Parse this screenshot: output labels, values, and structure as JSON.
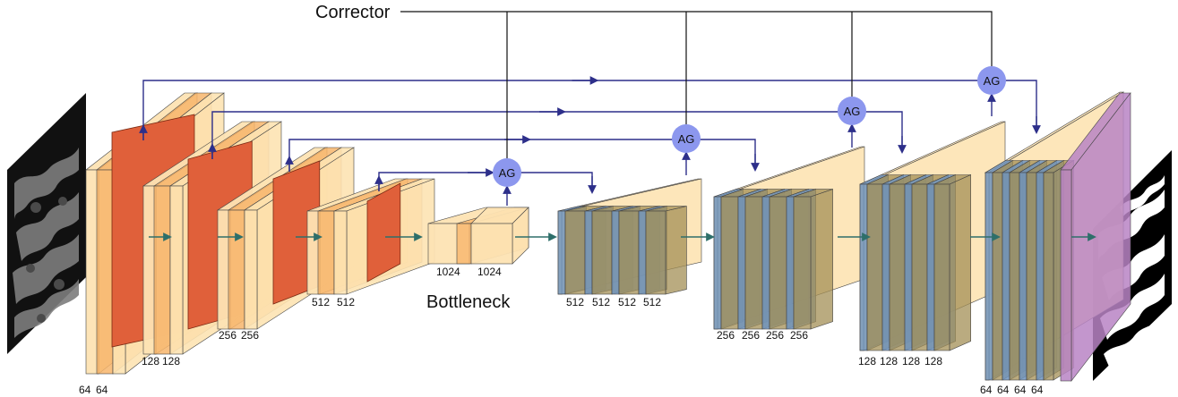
{
  "title": "",
  "corrector_label": "Corrector",
  "bottleneck_label": "Bottleneck",
  "attention_gate_label": "AG",
  "colors": {
    "encoder_light": "#fde3b3",
    "encoder_mid": "#f7b56b",
    "encoder_dark": "#e0603a",
    "decoder_blue": "#6f93bd",
    "decoder_olive": "#a38f55",
    "ag_fill": "#8c97ee",
    "skip_line": "#2d2f8a",
    "flow_arrow": "#2e6f6a",
    "output_purple": "#b884c4"
  },
  "encoder_stages": [
    {
      "labels": [
        "64",
        "64"
      ]
    },
    {
      "labels": [
        "128",
        "128"
      ]
    },
    {
      "labels": [
        "256",
        "256"
      ]
    },
    {
      "labels": [
        "512",
        "512"
      ]
    }
  ],
  "bottleneck": {
    "labels": [
      "1024",
      "1024"
    ]
  },
  "decoder_stages": [
    {
      "labels": [
        "512",
        "512",
        "512",
        "512"
      ]
    },
    {
      "labels": [
        "256",
        "256",
        "256",
        "256"
      ]
    },
    {
      "labels": [
        "128",
        "128",
        "128",
        "128"
      ]
    },
    {
      "labels": [
        "64",
        "64",
        "64",
        "64"
      ]
    }
  ],
  "input_image": "grayscale-texture-input",
  "output_image": "binary-segmentation-output"
}
